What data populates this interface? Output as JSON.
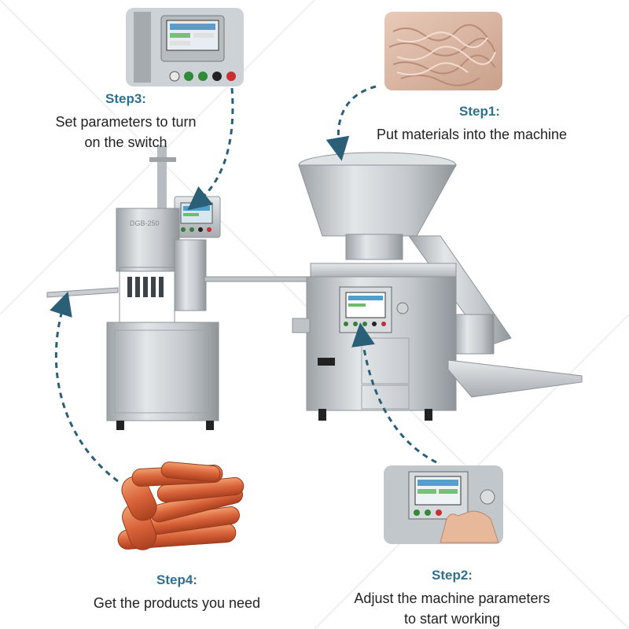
{
  "steps": [
    {
      "title": "Step1:",
      "desc": "Put materials into the machine"
    },
    {
      "title": "Step2:",
      "desc_line1": "Adjust the machine parameters",
      "desc_line2": "to start working"
    },
    {
      "title": "Step3:",
      "desc_line1": "Set parameters to turn",
      "desc_line2": "on the switch"
    },
    {
      "title": "Step4:",
      "desc": "Get the products you need"
    }
  ],
  "machine_label": "DGB-250",
  "colors": {
    "title": "#2f6f8f",
    "arrow": "#2b5f78",
    "steel": "#c9cdd1",
    "sausage": "#d9633a"
  },
  "icons": [
    "dashed-arrow-icon"
  ]
}
